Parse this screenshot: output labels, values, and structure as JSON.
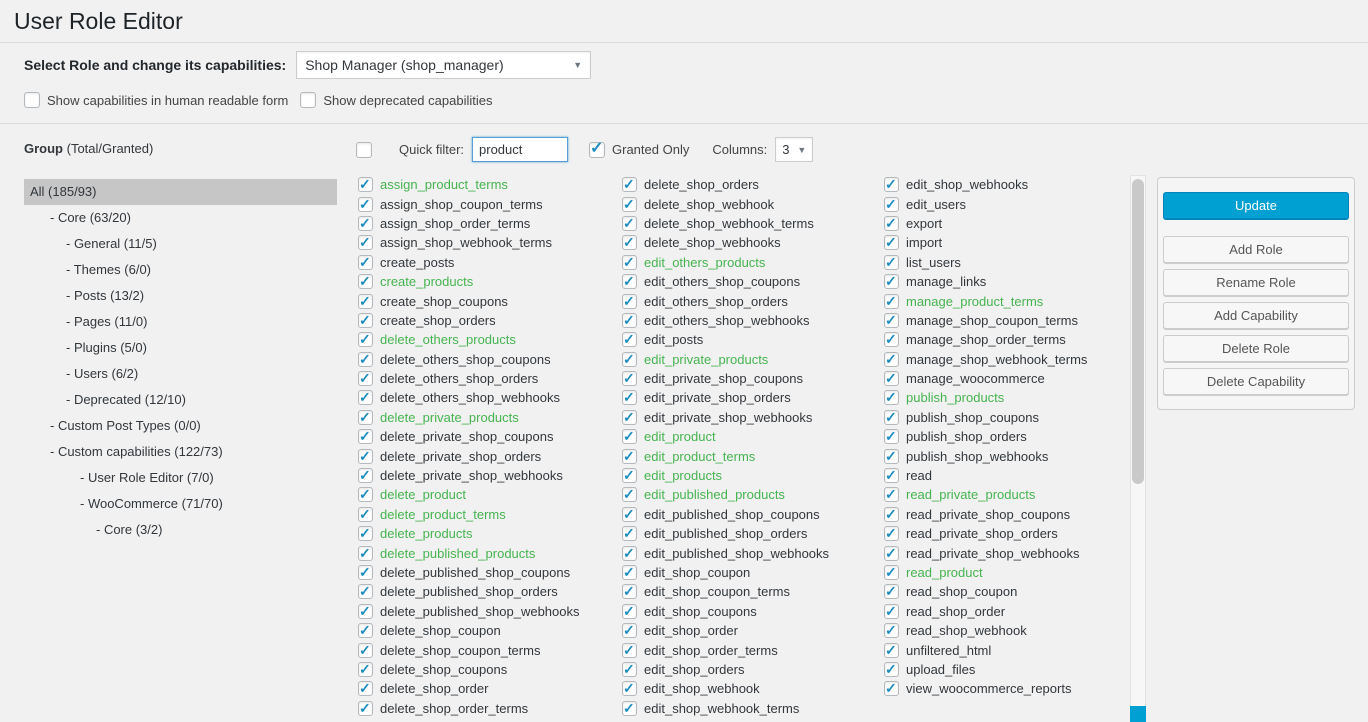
{
  "page": {
    "title": "User Role Editor"
  },
  "role_section": {
    "label": "Select Role and change its capabilities:",
    "selected_role": "Shop Manager (shop_manager)"
  },
  "toggles": {
    "human_readable": "Show capabilities in human readable form",
    "deprecated": "Show deprecated capabilities"
  },
  "group_header": {
    "bold": "Group",
    "rest": " (Total/Granted)"
  },
  "groups": [
    {
      "label": "All (185/93)",
      "level": 0,
      "selected": true
    },
    {
      "label": "- Core (63/20)",
      "level": 1
    },
    {
      "label": "- General (11/5)",
      "level": 2
    },
    {
      "label": "- Themes (6/0)",
      "level": 2
    },
    {
      "label": "- Posts (13/2)",
      "level": 2
    },
    {
      "label": "- Pages (11/0)",
      "level": 2
    },
    {
      "label": "- Plugins (5/0)",
      "level": 2
    },
    {
      "label": "- Users (6/2)",
      "level": 2
    },
    {
      "label": "- Deprecated (12/10)",
      "level": 2
    },
    {
      "label": "- Custom Post Types (0/0)",
      "level": 1
    },
    {
      "label": "- Custom capabilities (122/73)",
      "level": 1
    },
    {
      "label": "- User Role Editor (7/0)",
      "level": 3
    },
    {
      "label": "- WooCommerce (71/70)",
      "level": 3
    },
    {
      "label": "- Core (3/2)",
      "level": 4
    }
  ],
  "filter": {
    "quick_filter_label": "Quick filter:",
    "value": "product",
    "granted_only_label": "Granted Only",
    "granted_only_checked": true,
    "columns_label": "Columns:",
    "columns_value": "3"
  },
  "capabilities": {
    "all_checked": true,
    "match_color": "#46b450",
    "columns": [
      [
        "assign_product_terms",
        "assign_shop_coupon_terms",
        "assign_shop_order_terms",
        "assign_shop_webhook_terms",
        "create_posts",
        "create_products",
        "create_shop_coupons",
        "create_shop_orders",
        "delete_others_products",
        "delete_others_shop_coupons",
        "delete_others_shop_orders",
        "delete_others_shop_webhooks",
        "delete_private_products",
        "delete_private_shop_coupons",
        "delete_private_shop_orders",
        "delete_private_shop_webhooks",
        "delete_product",
        "delete_product_terms",
        "delete_products",
        "delete_published_products",
        "delete_published_shop_coupons",
        "delete_published_shop_orders",
        "delete_published_shop_webhooks",
        "delete_shop_coupon",
        "delete_shop_coupon_terms",
        "delete_shop_coupons",
        "delete_shop_order",
        "delete_shop_order_terms"
      ],
      [
        "delete_shop_orders",
        "delete_shop_webhook",
        "delete_shop_webhook_terms",
        "delete_shop_webhooks",
        "edit_others_products",
        "edit_others_shop_coupons",
        "edit_others_shop_orders",
        "edit_others_shop_webhooks",
        "edit_posts",
        "edit_private_products",
        "edit_private_shop_coupons",
        "edit_private_shop_orders",
        "edit_private_shop_webhooks",
        "edit_product",
        "edit_product_terms",
        "edit_products",
        "edit_published_products",
        "edit_published_shop_coupons",
        "edit_published_shop_orders",
        "edit_published_shop_webhooks",
        "edit_shop_coupon",
        "edit_shop_coupon_terms",
        "edit_shop_coupons",
        "edit_shop_order",
        "edit_shop_order_terms",
        "edit_shop_orders",
        "edit_shop_webhook",
        "edit_shop_webhook_terms"
      ],
      [
        "edit_shop_webhooks",
        "edit_users",
        "export",
        "import",
        "list_users",
        "manage_links",
        "manage_product_terms",
        "manage_shop_coupon_terms",
        "manage_shop_order_terms",
        "manage_shop_webhook_terms",
        "manage_woocommerce",
        "publish_products",
        "publish_shop_coupons",
        "publish_shop_orders",
        "publish_shop_webhooks",
        "read",
        "read_private_products",
        "read_private_shop_coupons",
        "read_private_shop_orders",
        "read_private_shop_webhooks",
        "read_product",
        "read_shop_coupon",
        "read_shop_order",
        "read_shop_webhook",
        "unfiltered_html",
        "upload_files",
        "view_woocommerce_reports"
      ]
    ]
  },
  "actions": [
    {
      "name": "update-button",
      "label": "Update",
      "primary": true
    },
    {
      "name": "add-role-button",
      "label": "Add Role"
    },
    {
      "name": "rename-role-button",
      "label": "Rename Role"
    },
    {
      "name": "add-capability-button",
      "label": "Add Capability"
    },
    {
      "name": "delete-role-button",
      "label": "Delete Role"
    },
    {
      "name": "delete-capability-button",
      "label": "Delete Capability"
    }
  ]
}
